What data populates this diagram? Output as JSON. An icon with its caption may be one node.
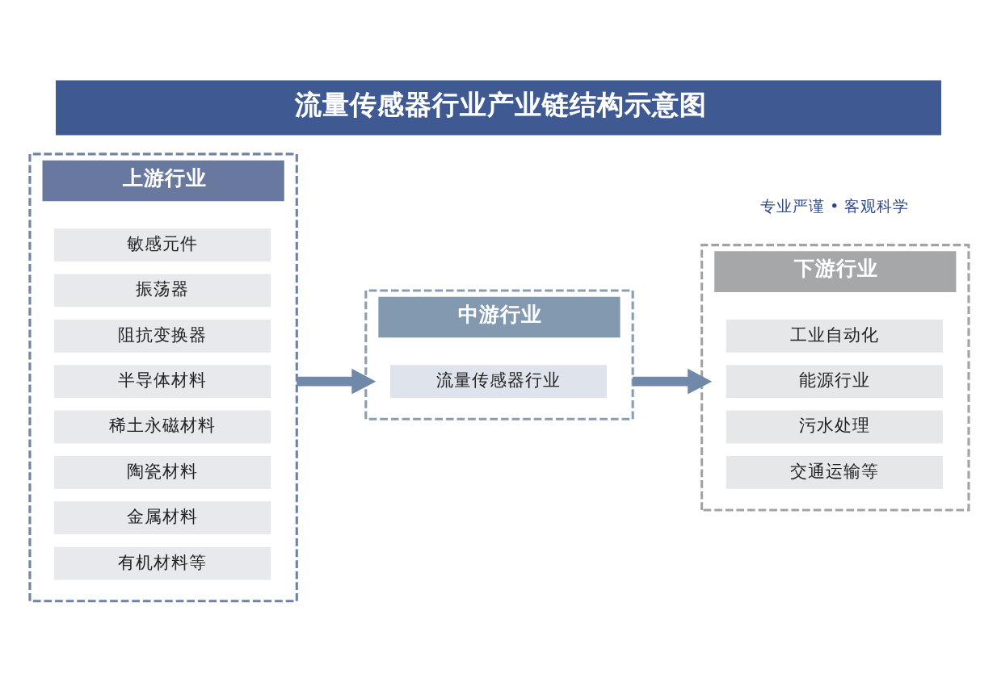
{
  "diagram": {
    "title": "流量传感器行业产业链结构示意图",
    "nodes": [
      {
        "text": [
          "上游行业"
        ]
      },
      {
        "text": [
          "敏感元件"
        ],
        "in": 0
      },
      {
        "text": [
          "振荡器"
        ],
        "in": 0
      },
      {
        "text": [
          "阻抗变换器"
        ],
        "in": 0
      },
      {
        "text": [
          "半导体材料"
        ],
        "in": 0
      },
      {
        "text": [
          "稀土永磁材料"
        ],
        "in": 0
      },
      {
        "text": [
          "陶瓷材料"
        ],
        "in": 0
      },
      {
        "text": [
          "金属材料"
        ],
        "in": 0
      },
      {
        "text": [
          "有机材料等"
        ],
        "in": 0
      },
      {
        "text": [
          "中游行业"
        ]
      },
      {
        "text": [
          "流量传感器行业"
        ],
        "in": 9
      },
      {
        "text": [
          "下游行业"
        ]
      },
      {
        "text": [
          "工业自动化"
        ],
        "in": 11
      },
      {
        "text": [
          "能源行业"
        ],
        "in": 11
      },
      {
        "text": [
          "污水处理"
        ],
        "in": 11
      },
      {
        "text": [
          "交通运输等"
        ],
        "in": 11
      }
    ],
    "edges": [
      {
        "from": 0,
        "to": 9,
        "arrow": "to"
      },
      {
        "from": 9,
        "to": 11,
        "arrow": "to"
      }
    ],
    "labels": [
      "专业严谨 • 客观科学"
    ]
  }
}
